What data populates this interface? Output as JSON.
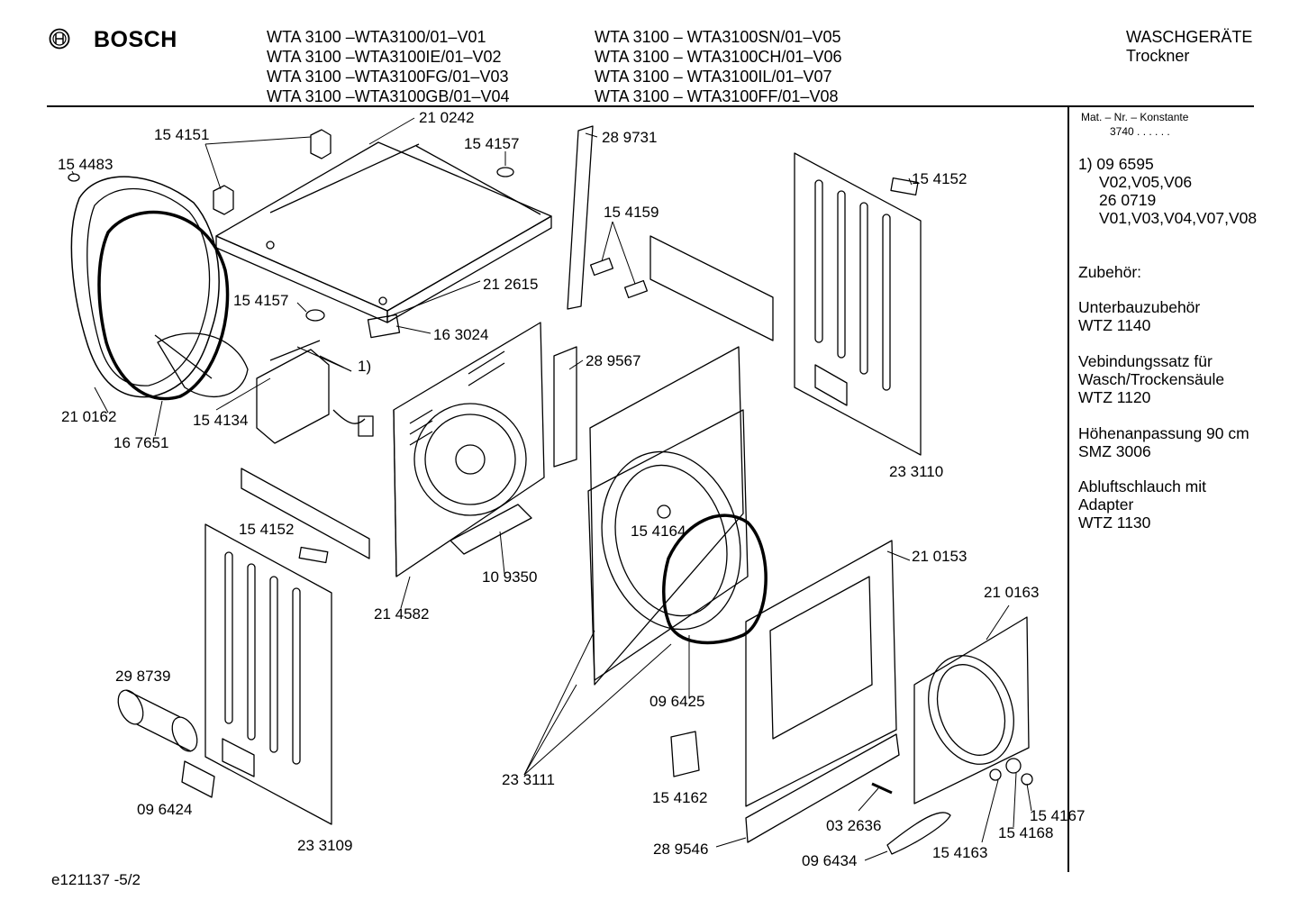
{
  "header": {
    "brand": "BOSCH",
    "models_col1": [
      "WTA 3100 –WTA3100/01–V01",
      "WTA 3100 –WTA3100IE/01–V02",
      "WTA 3100 –WTA3100FG/01–V03",
      "WTA 3100 –WTA3100GB/01–V04"
    ],
    "models_col2": [
      "WTA 3100 – WTA3100SN/01–V05",
      "WTA 3100 – WTA3100CH/01–V06",
      "WTA 3100 – WTA3100IL/01–V07",
      "WTA 3100 – WTA3100FF/01–V08"
    ],
    "category": "WASCHGERÄTE",
    "subcategory": "Trockner"
  },
  "sidebar": {
    "mat_label": "Mat. – Nr. – Konstante",
    "mat_value": "3740  .  .  .  .  .  .",
    "note_1": "1)  09 6595",
    "note_1_variants": "V02,V05,V06",
    "note_2": "26 0719",
    "note_2_variants": "V01,V03,V04,V07,V08",
    "zubehoer": "Zubehör:",
    "acc1_line1": "Unterbauzubehör",
    "acc1_line2": "WTZ 1140",
    "acc2_line1": "Vebindungssatz für",
    "acc2_line2": "Wasch/Trockensäule",
    "acc2_line3": "WTZ 1120",
    "acc3_line1": "Höhenanpassung 90 cm",
    "acc3_line2": "SMZ 3006",
    "acc4_line1": "Abluftschlauch  mit",
    "acc4_line2": "Adapter",
    "acc4_line3": "WTZ 1130"
  },
  "footer": {
    "doc_id": "e121137 -5/2"
  },
  "parts": {
    "p210242": "21 0242",
    "p154151": "15 4151",
    "p154157a": "15 4157",
    "p289731": "28 9731",
    "p154483": "15 4483",
    "p154152a": "15 4152",
    "p154159": "15 4159",
    "p212615": "21 2615",
    "p154157b": "15 4157",
    "p163024": "16 3024",
    "p1": "1)",
    "p289567": "28 9567",
    "p210162": "21 0162",
    "p154134": "15 4134",
    "p167651": "16 7651",
    "p233110": "23 3110",
    "p154164": "15 4164",
    "p154152b": "15 4152",
    "p109350": "10 9350",
    "p210153": "21 0153",
    "p214582": "21 4582",
    "p210163": "21 0163",
    "p298739": "29 8739",
    "p096425": "09 6425",
    "p233111": "23 3111",
    "p154162": "15 4162",
    "p096424": "09 6424",
    "p154167": "15 4167",
    "p032636": "03 2636",
    "p154168": "15 4168",
    "p233109": "23 3109",
    "p289546": "28 9546",
    "p154163": "15 4163",
    "p096434": "09 6434"
  }
}
